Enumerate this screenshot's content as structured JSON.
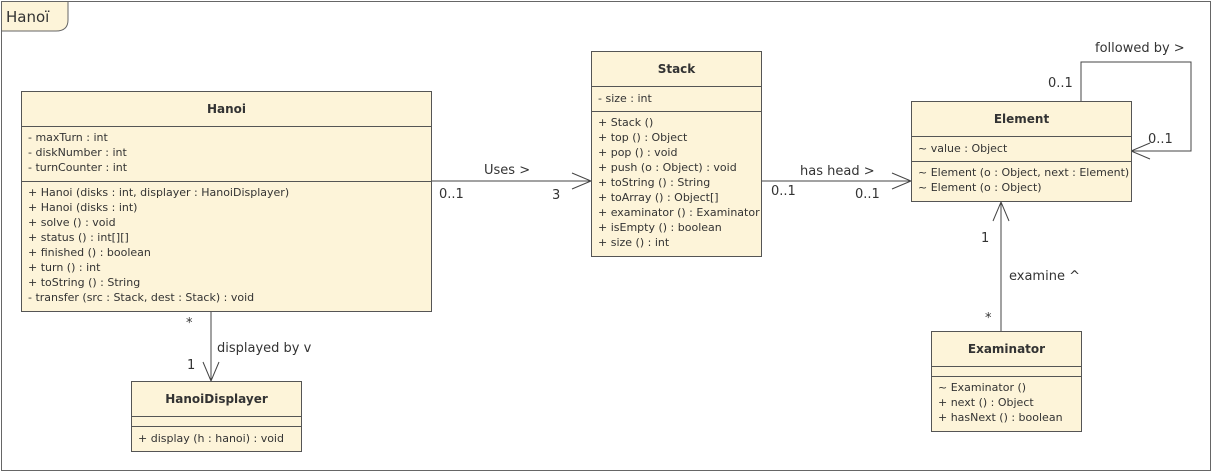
{
  "frame": {
    "title": "Hanoï"
  },
  "classes": {
    "hanoi": {
      "name": "Hanoi",
      "attributes": [
        "- maxTurn : int",
        "- diskNumber : int",
        "- turnCounter : int"
      ],
      "operations": [
        "+ Hanoi (disks : int, displayer : HanoiDisplayer)",
        "+ Hanoi (disks : int)",
        "+ solve () : void",
        "+ status () : int[][]",
        "+ finished () : boolean",
        "+ turn () : int",
        "+ toString () : String",
        "- transfer (src : Stack, dest : Stack) : void"
      ]
    },
    "stack": {
      "name": "Stack",
      "attributes": [
        "- size : int"
      ],
      "operations": [
        "+ Stack ()",
        "+ top () : Object",
        "+ pop () : void",
        "+ push (o : Object) : void",
        "+ toString () : String",
        "+ toArray () : Object[]",
        "+ examinator () : Examinator",
        "+ isEmpty () : boolean",
        "+ size () : int"
      ]
    },
    "element": {
      "name": "Element",
      "attributes": [
        "~ value : Object"
      ],
      "operations": [
        "~ Element (o : Object, next : Element)",
        "~ Element (o : Object)"
      ]
    },
    "examinator": {
      "name": "Examinator",
      "attributes": [],
      "operations": [
        "~ Examinator ()",
        "+ next () : Object",
        "+ hasNext () : boolean"
      ]
    },
    "hanoiDisplayer": {
      "name": "HanoiDisplayer",
      "attributes": [],
      "operations": [
        "+ display (h : hanoi) : void"
      ]
    }
  },
  "relations": {
    "uses": {
      "label": "Uses >",
      "source_mult": "0..1",
      "target_mult": "3"
    },
    "hasHead": {
      "label": "has head >",
      "source_mult": "0..1",
      "target_mult": "0..1"
    },
    "followedBy": {
      "label": "followed by >",
      "source_mult": "0..1",
      "target_mult": "0..1"
    },
    "examine": {
      "label": "examine ^",
      "source_mult": "*",
      "target_mult": "1"
    },
    "displayedBy": {
      "label": "displayed by v",
      "source_mult": "*",
      "target_mult": "1"
    }
  }
}
